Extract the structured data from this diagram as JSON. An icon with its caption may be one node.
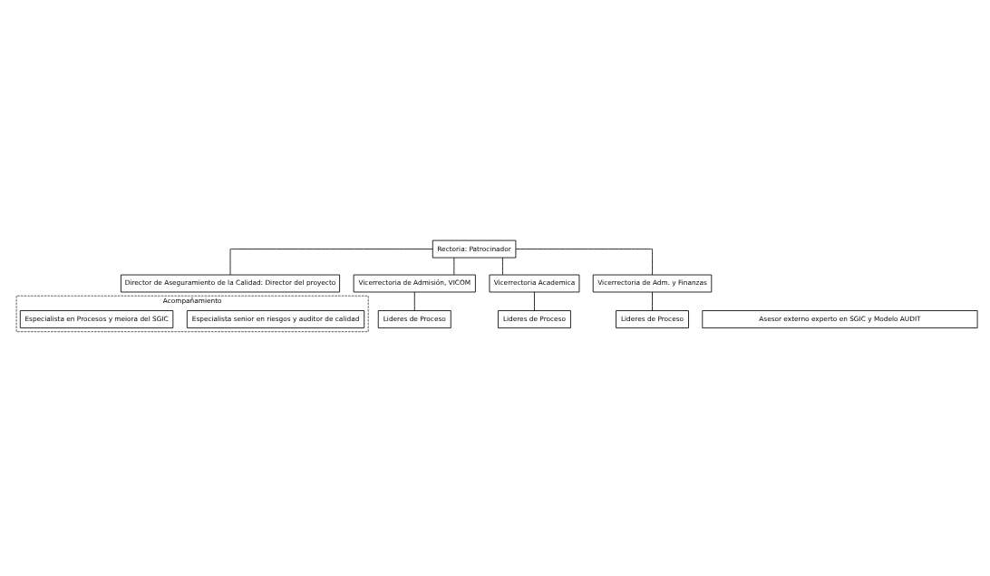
{
  "diagram": {
    "nodes": [
      {
        "text": [
          "Rectoria: Patrocinador"
        ]
      },
      {
        "text": [
          "Director de Aseguramiento de la Calidad: Director del proyecto"
        ]
      },
      {
        "text": [
          "Acompañamiento"
        ]
      },
      {
        "text": [
          "Especialista senior en riesgos y auditor de calidad"
        ],
        "in": 2
      },
      {
        "text": [
          "Especialista en Procesos y meiora del SGIC"
        ],
        "in": 2
      },
      {
        "text": [
          "Vicerrectoria de Admisión, VICOM"
        ]
      },
      {
        "text": [
          "Vicerrectoria Academica"
        ]
      },
      {
        "text": [
          "Vicerrectoria de Adm. y Finanzas"
        ]
      },
      {
        "text": [
          "Lideres de Proceso"
        ]
      },
      {
        "text": [
          "Lideres de Proceso"
        ]
      },
      {
        "text": [
          "Lideres de Proceso"
        ]
      },
      {
        "text": [
          "Asesor externo experto en SGIC y Modelo AUDIT"
        ]
      }
    ],
    "edges": [
      {
        "from": 0,
        "to": 1,
        "arrow": "none"
      },
      {
        "from": 0,
        "to": 5,
        "arrow": "none"
      },
      {
        "from": 0,
        "to": 6,
        "arrow": "none"
      },
      {
        "from": 0,
        "to": 7,
        "arrow": "none"
      },
      {
        "from": 5,
        "to": 8,
        "arrow": "none"
      },
      {
        "from": 6,
        "to": 9,
        "arrow": "none"
      },
      {
        "from": 7,
        "to": 10,
        "arrow": "none"
      }
    ]
  }
}
